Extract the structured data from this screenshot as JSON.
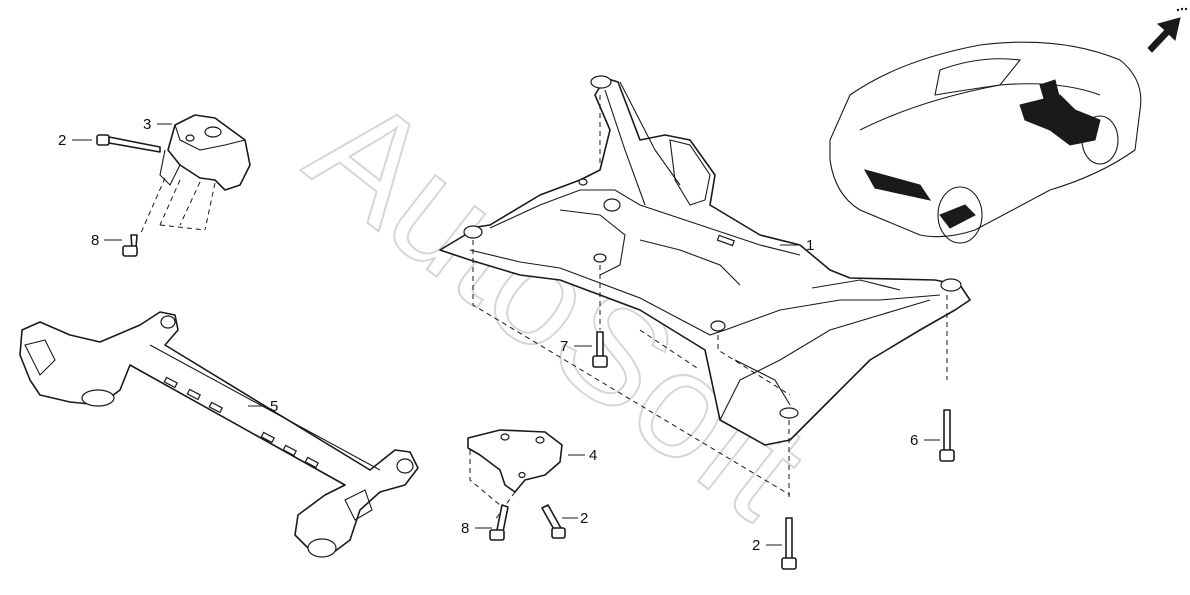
{
  "watermark": "AutoSoft",
  "callouts": {
    "subframe": "1",
    "bolt_top_left": "2",
    "bolt_bottom_mid": "2",
    "bolt_bottom_right": "2",
    "mount_bracket_upper": "3",
    "mount_bracket_lower": "4",
    "rear_axle_beam": "5",
    "bolt_right": "6",
    "bolt_center": "7",
    "bolt_upper_left_small": "8",
    "bolt_lower_small": "8"
  },
  "icons": {
    "front_arrow": "front-direction-arrow-icon",
    "vehicle_locator": "vehicle-locator-icon"
  },
  "colors": {
    "line": "#1a1a1a",
    "watermark": "#d6d6d6",
    "background": "#ffffff"
  }
}
